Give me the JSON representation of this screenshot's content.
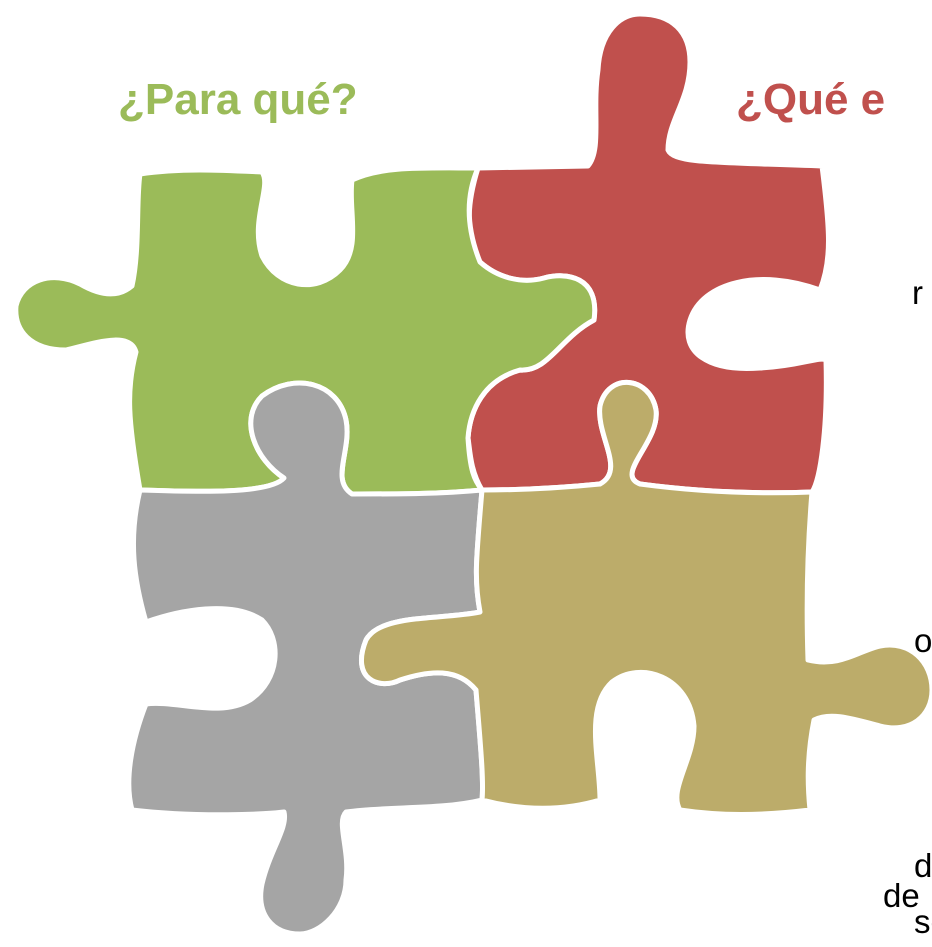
{
  "headings": {
    "green": "¿Para qué?",
    "red": "¿Qué e"
  },
  "fragments": {
    "left_1": "r",
    "left_2": "on",
    "left_3": "s",
    "left_4": "de",
    "left_5": "se",
    "right_1": "de"
  },
  "colors": {
    "green": "#9bbb59",
    "red": "#c0504d",
    "gray": "#a5a5a5",
    "olive": "#bcac6a",
    "outline": "#ffffff"
  }
}
